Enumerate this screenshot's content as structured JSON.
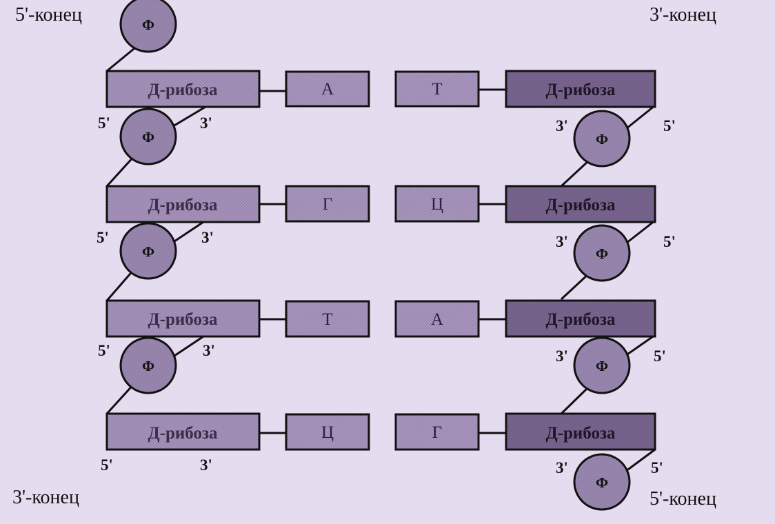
{
  "ends": {
    "top_left": "5'-конец",
    "top_right": "3'-конец",
    "bottom_left": "3'-конец",
    "bottom_right": "5'-конец"
  },
  "sugar_label": "Д-рибоза",
  "phosphate_label": "Ф",
  "prime5": "5'",
  "prime3": "3'",
  "pairs": [
    {
      "left": "А",
      "right": "Т"
    },
    {
      "left": "Г",
      "right": "Ц"
    },
    {
      "left": "Т",
      "right": "А"
    },
    {
      "left": "Ц",
      "right": "Г"
    }
  ],
  "colors": {
    "background": "#e6dcf0",
    "left_sugar": "#a894bd",
    "base": "#ab98c1",
    "right_sugar": "#7a6690",
    "phosphate": "#9d8ab3",
    "line": "#111111"
  }
}
